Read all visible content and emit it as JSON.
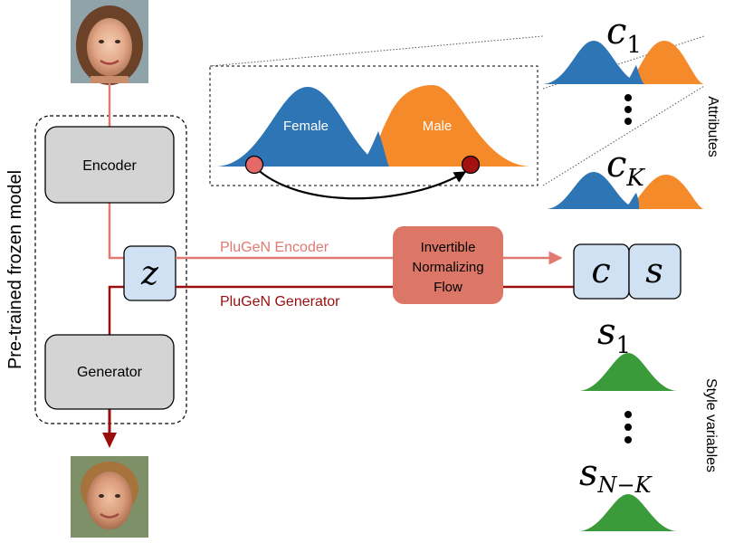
{
  "frozen_model": {
    "label": "Pre-trained frozen model",
    "encoder_label": "Encoder",
    "generator_label": "Generator",
    "latent_label": "z"
  },
  "paths": {
    "encoder_label": "PluGeN Encoder",
    "generator_label": "PluGeN Generator"
  },
  "flow": {
    "line1": "Invertible",
    "line2": "Normalizing",
    "line3": "Flow"
  },
  "output": {
    "c_label": "c",
    "s_label": "s"
  },
  "inset": {
    "left_label": "Female",
    "right_label": "Male"
  },
  "attributes": {
    "section_label": "Attributes",
    "first_base": "c",
    "first_sub": "1",
    "last_base": "c",
    "last_sub": "K"
  },
  "style": {
    "section_label": "Style variables",
    "first_base": "s",
    "first_sub": "1",
    "last_base": "s",
    "last_sub": "N−K"
  },
  "colors": {
    "encoder_path": "#e07a72",
    "generator_path": "#9b0e0e",
    "flow_box": "#dc7666",
    "latent_box": "#cfe1f3",
    "module_box": "#d4d4d4",
    "blue": "#2e75b6",
    "orange": "#f58a2b",
    "green": "#3b9b3b",
    "dot_start": "#e46a6a",
    "dot_end": "#a31111"
  },
  "icons": {
    "input_face": "female-face-photo-icon",
    "output_face": "male-face-photo-icon"
  }
}
